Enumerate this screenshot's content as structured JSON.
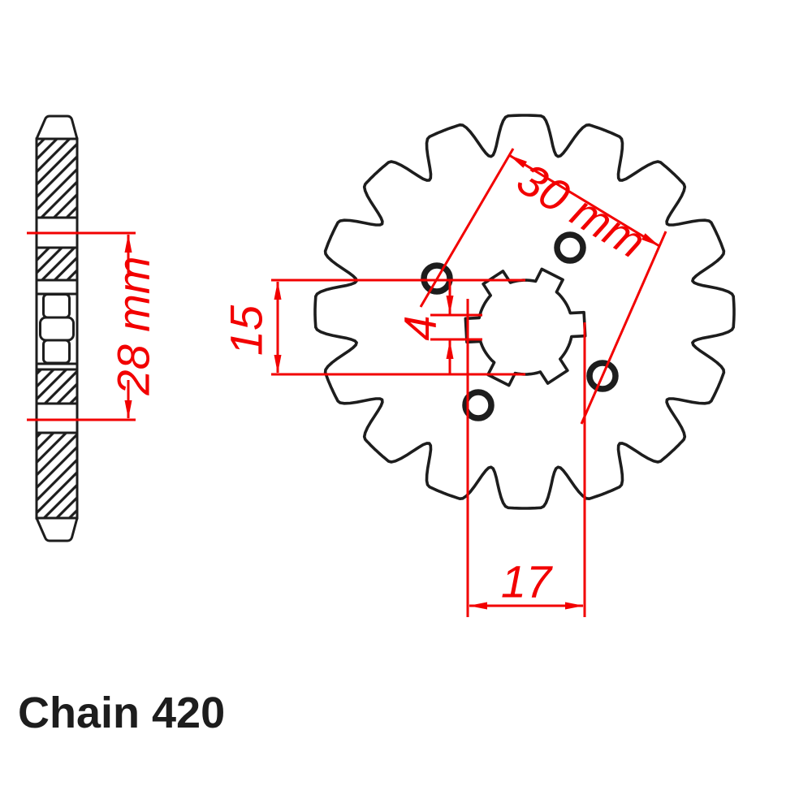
{
  "title": "Chain 420",
  "colors": {
    "dimension_red": "#f20000",
    "line_black": "#1d1d1d"
  },
  "dimensions": {
    "bolt_circle_diameter": "30 mm",
    "bore_diameter": "15",
    "spline_slot_width": "4",
    "spline_outer_diameter": "17",
    "hub_section_width": "28 mm"
  },
  "drawing": {
    "teeth": 16,
    "bolt_holes": 4,
    "spline_tabs": 6
  }
}
